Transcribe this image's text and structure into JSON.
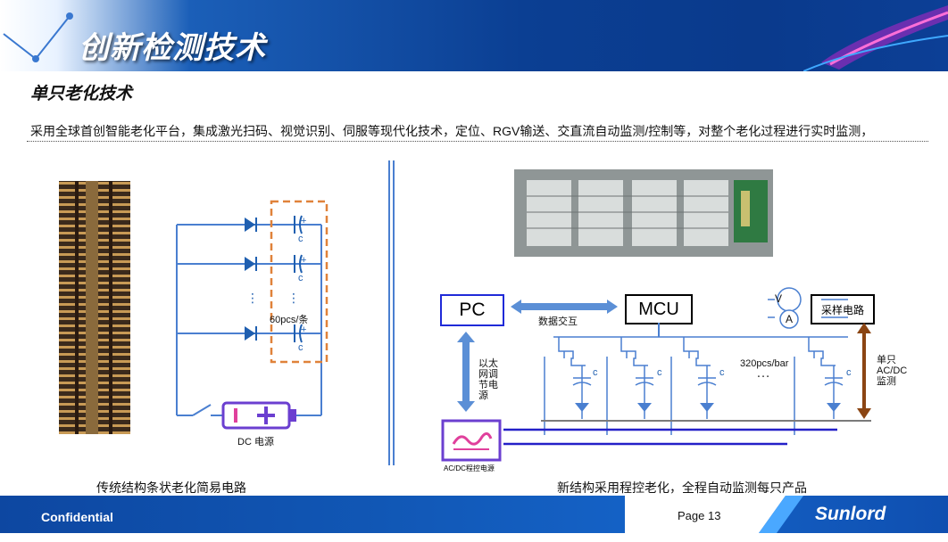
{
  "header": {
    "title": "创新检测技术"
  },
  "section": {
    "subtitle": "单只老化技术",
    "description": "采用全球首创智能老化平台，集成激光扫码、视觉识别、伺服等现代化技术，定位、RGV输送、交直流自动监测/控制等，对整个老化过程进行实时监测，"
  },
  "left_diagram": {
    "pcs_label": "60pcs/条",
    "c_label": "c",
    "plus_label": "+",
    "dots": "⋮",
    "dc_label": "DC 电源",
    "caption": "传统结构条状老化简易电路"
  },
  "right_diagram": {
    "pc_label": "PC",
    "mcu_label": "MCU",
    "sample_label": "采样电路",
    "data_label": "数据交互",
    "ethernet_label": "以太网调节电源",
    "ethernet_lines": [
      "以太",
      "网调",
      "节电",
      "源"
    ],
    "acdc_label": "AC/DC程控电源",
    "pcs_label": "320pcs/bar",
    "ellipsis": "…",
    "c_label": "c",
    "v_label": "V",
    "a_label": "A",
    "monitor_lines": [
      "单只",
      "AC/DC",
      "监测"
    ],
    "caption": "新结构采用程控老化，全程自动监测每只产品"
  },
  "footer": {
    "confidential": "Confidential",
    "page": "Page 13",
    "brand": "Sunlord"
  },
  "colors": {
    "header_blue": "#0b3f93",
    "wire_blue": "#4a7fd0",
    "orange": "#e0823a",
    "purple": "#6b3fd0",
    "brown": "#8b4513"
  }
}
